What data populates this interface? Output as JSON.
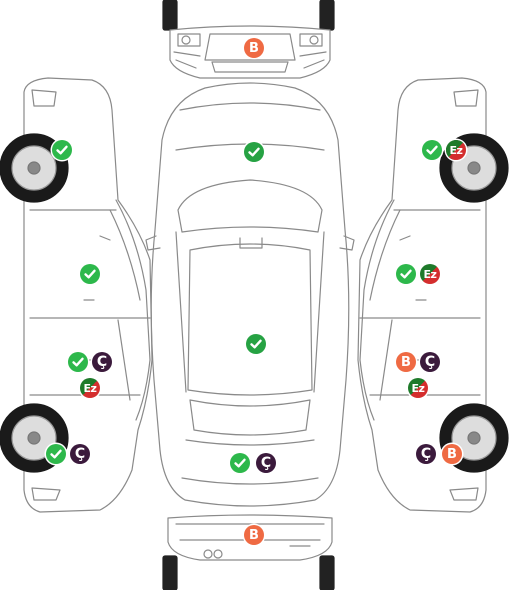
{
  "legend_marks": {
    "ok_icon": "check-icon",
    "boya_letter": "B",
    "cizik_letter": "Ç",
    "ez_letter": "Ez"
  },
  "colors": {
    "ok": "#2db84b",
    "boya": "#ef6a43",
    "cizik": "#3b1a3c",
    "ez_dark": "#1e7a2a",
    "ez_red": "#d42e2e",
    "line": "#8a8a8a",
    "tire": "#1a1a1a"
  },
  "parts": [
    {
      "part": "front-bumper",
      "marks": [
        {
          "kind": "boya",
          "text": "B"
        }
      ]
    },
    {
      "part": "hood",
      "marks": [
        {
          "kind": "ok"
        }
      ]
    },
    {
      "part": "roof",
      "marks": [
        {
          "kind": "ok"
        }
      ]
    },
    {
      "part": "trunk",
      "marks": [
        {
          "kind": "ok"
        },
        {
          "kind": "cizik",
          "text": "Ç"
        }
      ]
    },
    {
      "part": "rear-bumper",
      "marks": [
        {
          "kind": "boya",
          "text": "B"
        }
      ]
    },
    {
      "part": "left-front-fender",
      "marks": [
        {
          "kind": "ok"
        }
      ]
    },
    {
      "part": "left-front-door",
      "marks": [
        {
          "kind": "ok"
        }
      ]
    },
    {
      "part": "left-rear-door",
      "marks": [
        {
          "kind": "ok"
        },
        {
          "kind": "cizik",
          "text": "Ç"
        },
        {
          "kind": "ez",
          "text": "Ez"
        }
      ]
    },
    {
      "part": "left-rear-fender",
      "marks": [
        {
          "kind": "ok"
        },
        {
          "kind": "cizik",
          "text": "Ç"
        }
      ]
    },
    {
      "part": "right-front-fender",
      "marks": [
        {
          "kind": "ok"
        },
        {
          "kind": "ez",
          "text": "Ez"
        }
      ]
    },
    {
      "part": "right-front-door",
      "marks": [
        {
          "kind": "ok"
        },
        {
          "kind": "ez",
          "text": "Ez"
        }
      ]
    },
    {
      "part": "right-rear-door",
      "marks": [
        {
          "kind": "boya",
          "text": "B"
        },
        {
          "kind": "cizik",
          "text": "Ç"
        },
        {
          "kind": "ez",
          "text": "Ez"
        }
      ]
    },
    {
      "part": "right-rear-fender",
      "marks": [
        {
          "kind": "cizik",
          "text": "Ç"
        },
        {
          "kind": "boya",
          "text": "B"
        }
      ]
    }
  ]
}
